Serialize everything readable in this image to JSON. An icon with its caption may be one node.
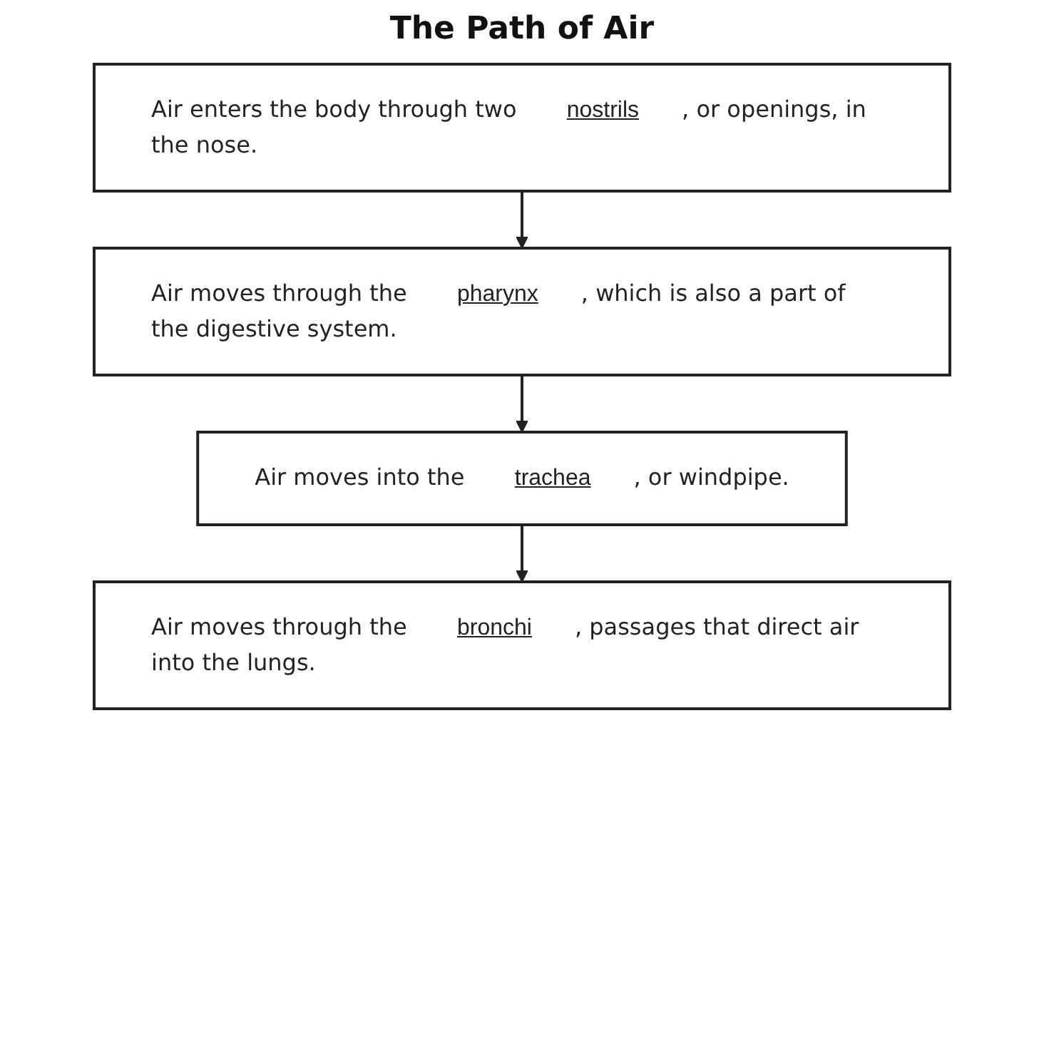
{
  "diagram": {
    "title": "The Path of Air",
    "nodes": [
      {
        "text": [
          "Air enters the body through two",
          "nostrils",
          ", or openings, in the nose."
        ]
      },
      {
        "text": [
          "Air moves through the",
          "pharynx",
          ", which is also a part of the digestive system."
        ]
      },
      {
        "text": [
          "Air moves into the",
          "trachea",
          ", or windpipe."
        ]
      },
      {
        "text": [
          "Air moves through the",
          "bronchi",
          ", passages that direct air into the lungs."
        ]
      }
    ],
    "edges": [
      {
        "from": 0,
        "to": 1,
        "arrow": "to"
      },
      {
        "from": 1,
        "to": 2,
        "arrow": "to"
      },
      {
        "from": 2,
        "to": 3,
        "arrow": "to"
      }
    ]
  }
}
